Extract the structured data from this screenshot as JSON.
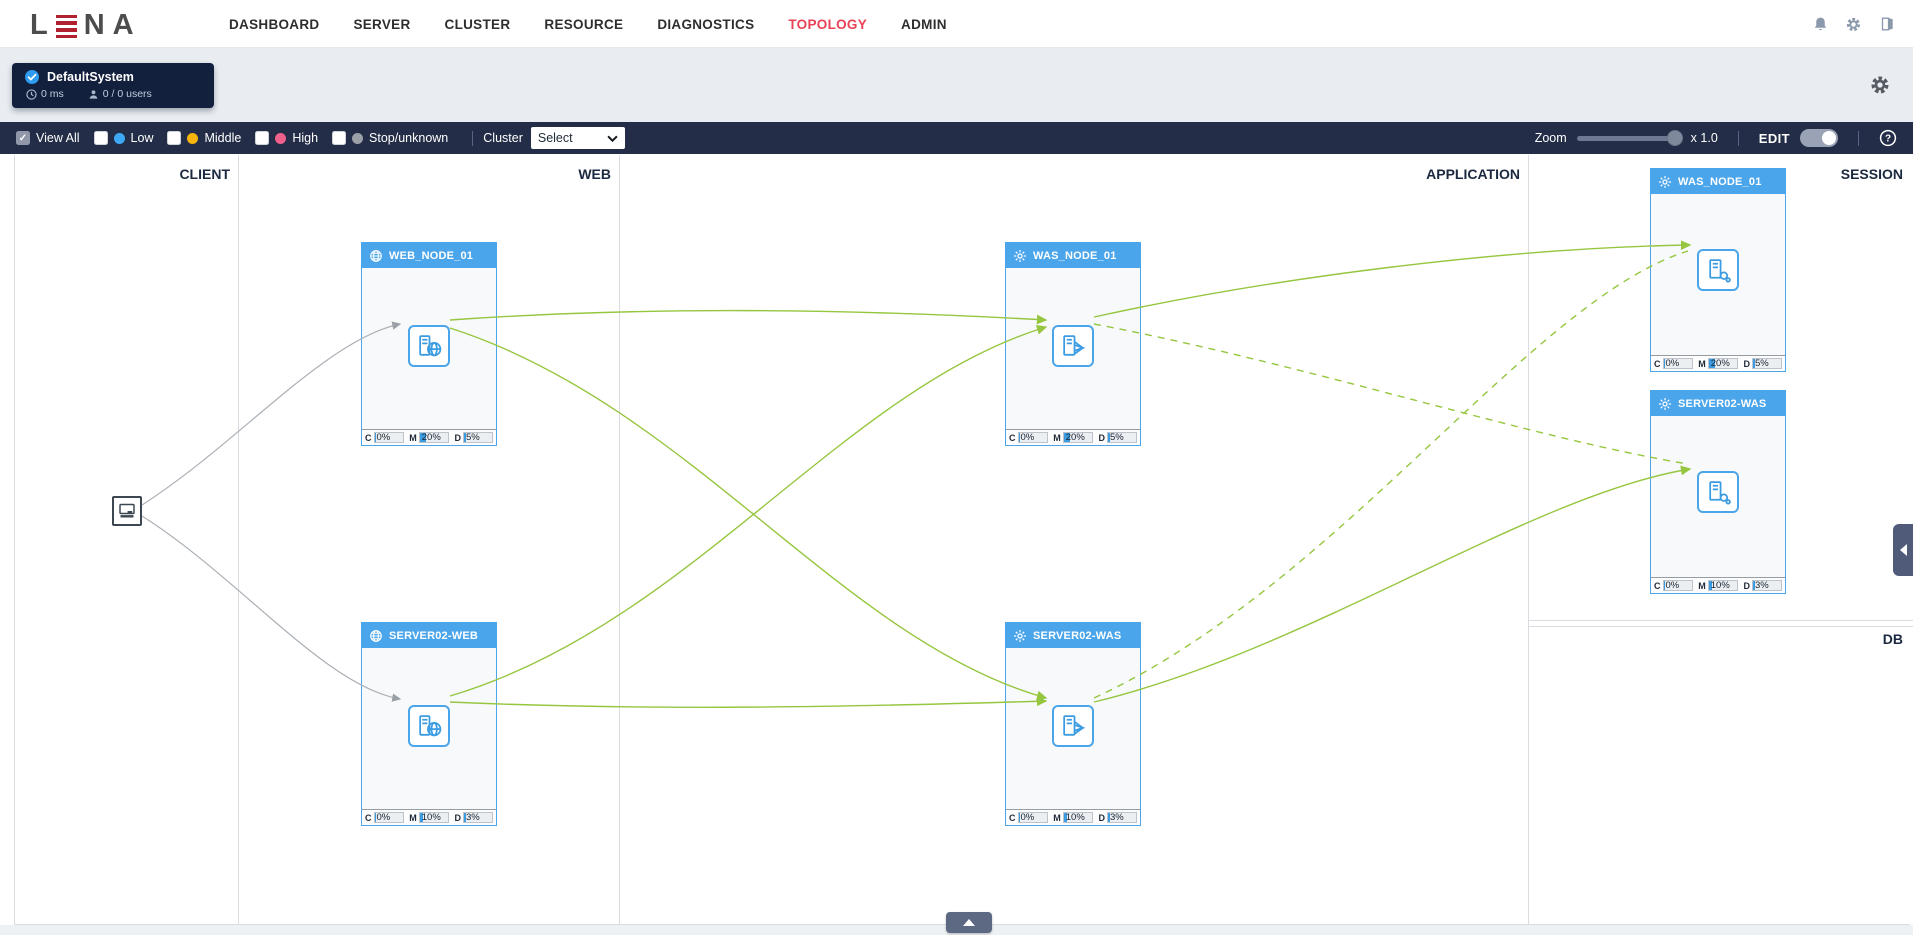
{
  "header": {
    "logo_l": "L",
    "logo_n": "N",
    "logo_a": "A",
    "nav": [
      {
        "label": "DASHBOARD",
        "active": false
      },
      {
        "label": "SERVER",
        "active": false
      },
      {
        "label": "CLUSTER",
        "active": false
      },
      {
        "label": "RESOURCE",
        "active": false
      },
      {
        "label": "DIAGNOSTICS",
        "active": false
      },
      {
        "label": "TOPOLOGY",
        "active": true
      },
      {
        "label": "ADMIN",
        "active": false
      }
    ],
    "accent_color": "#e84257"
  },
  "system_badge": {
    "name": "DefaultSystem",
    "response_time": "0 ms",
    "users": "0 / 0 users"
  },
  "toolbar": {
    "filters": [
      {
        "label": "View All",
        "checked": true,
        "dot_color": null
      },
      {
        "label": "Low",
        "checked": false,
        "dot_color": "#3da9f5"
      },
      {
        "label": "Middle",
        "checked": false,
        "dot_color": "#f7b50c"
      },
      {
        "label": "High",
        "checked": false,
        "dot_color": "#f0608c"
      },
      {
        "label": "Stop/unknown",
        "checked": false,
        "dot_color": "#9ba1a7"
      }
    ],
    "cluster_label": "Cluster",
    "cluster_select_value": "Select",
    "zoom_label": "Zoom",
    "zoom_value": "x 1.0",
    "edit_label": "EDIT",
    "edit_toggle_on": true
  },
  "topology": {
    "columns": [
      "CLIENT",
      "WEB",
      "APPLICATION",
      "SESSION",
      "DB"
    ],
    "metric_labels": {
      "c": "C",
      "m": "M",
      "d": "D"
    },
    "node_color": "#4ba5ea",
    "edge_ok_color": "#96c63f",
    "nodes": [
      {
        "title": "WEB_NODE_01",
        "column": "WEB",
        "metrics": {
          "c": "0%",
          "m": "20%",
          "d": "5%"
        },
        "values": {
          "c": 0,
          "m": 20,
          "d": 5
        }
      },
      {
        "title": "SERVER02-WEB",
        "column": "WEB",
        "metrics": {
          "c": "0%",
          "m": "10%",
          "d": "3%"
        },
        "values": {
          "c": 0,
          "m": 10,
          "d": 3
        }
      },
      {
        "title": "WAS_NODE_01",
        "column": "APPLICATION",
        "metrics": {
          "c": "0%",
          "m": "20%",
          "d": "5%"
        },
        "values": {
          "c": 0,
          "m": 20,
          "d": 5
        }
      },
      {
        "title": "SERVER02-WAS",
        "column": "APPLICATION",
        "metrics": {
          "c": "0%",
          "m": "10%",
          "d": "3%"
        },
        "values": {
          "c": 0,
          "m": 10,
          "d": 3
        }
      },
      {
        "title": "WAS_NODE_01",
        "column": "SESSION",
        "metrics": {
          "c": "0%",
          "m": "20%",
          "d": "5%"
        },
        "values": {
          "c": 0,
          "m": 20,
          "d": 5
        }
      },
      {
        "title": "SERVER02-WAS",
        "column": "SESSION",
        "metrics": {
          "c": "0%",
          "m": "10%",
          "d": "3%"
        },
        "values": {
          "c": 0,
          "m": 10,
          "d": 3
        }
      }
    ]
  }
}
